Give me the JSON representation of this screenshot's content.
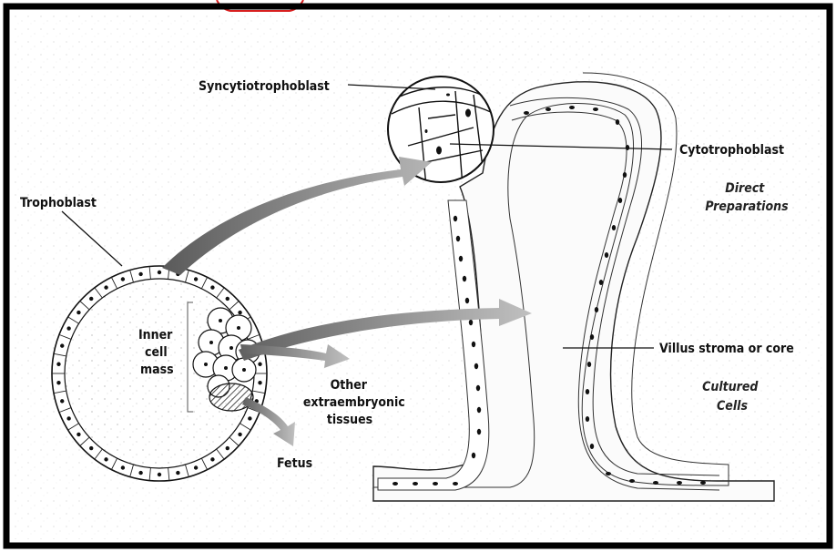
{
  "labels": {
    "syncytiotrophoblast": "Syncytiotrophoblast",
    "cytotrophoblast": "Cytotrophoblast",
    "trophoblast": "Trophoblast",
    "inner_cell_mass": [
      "Inner",
      "cell",
      "mass"
    ],
    "other_tissues": [
      "Other",
      "extraembryonic",
      "tissues"
    ],
    "fetus": "Fetus",
    "villus_stroma": "Villus stroma or core",
    "direct_preparations": [
      "Direct",
      "Preparations"
    ],
    "cultured_cells": [
      "Cultured",
      "Cells"
    ]
  },
  "colors": {
    "frame": "#000000",
    "arrow": "#8a8a8a",
    "red_mark": "#d81f1f",
    "line": "#111111"
  }
}
